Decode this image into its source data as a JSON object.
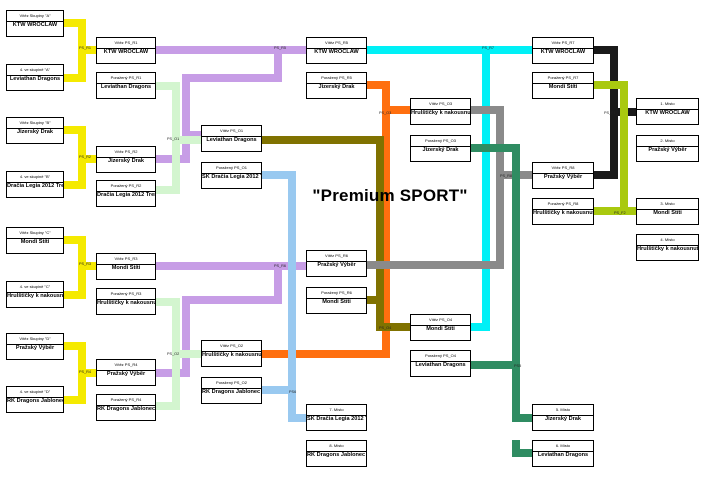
{
  "title": "\"Premium SPORT\"",
  "colors": {
    "yellow": "#f5ea00",
    "lavender": "#c79de6",
    "mint": "#d3f5cf",
    "cyan": "#00f0f6",
    "orange": "#ff6f0f",
    "olive": "#807200",
    "gray": "#8a8a8a",
    "lightblue": "#99c9f0",
    "teal": "#2f8c62",
    "lime": "#a9c90f",
    "black": "#1a1a1a"
  },
  "boxes": [
    {
      "label": "Vítěz Skupiny \"A\"",
      "name": "KTW WROCLAW"
    },
    {
      "label": "4. ve skupině \"A\"",
      "name": "Leviathan Dragons"
    },
    {
      "label": "Vítěz Skupiny \"B\"",
      "name": "Jizerský Drak"
    },
    {
      "label": "4. ve skupině \"B\"",
      "name": "Dračia Legia 2012 Trenč"
    },
    {
      "label": "Vítěz Skupiny \"C\"",
      "name": "Mondi Štíti"
    },
    {
      "label": "4. ve skupině \"C\"",
      "name": "Hrulštičky k nakousnutí"
    },
    {
      "label": "Vítěz Skupiny \"D\"",
      "name": "Pražský Výběr"
    },
    {
      "label": "4. ve skupině \"D\"",
      "name": "RK Dragons Jablonec 1"
    },
    {
      "label": "Vítěz PS_R1",
      "name": "KTW WROCLAW"
    },
    {
      "label": "Poražený PS_R1",
      "name": "Leviathan Dragons"
    },
    {
      "label": "Vítěz PS_R2",
      "name": "Jizerský Drak"
    },
    {
      "label": "Poražený PS_R2",
      "name": "Dračia Legia 2012 Trenč"
    },
    {
      "label": "Vítěz PS_R3",
      "name": "Mondi Štíti"
    },
    {
      "label": "Poražený PS_R3",
      "name": "Hrulštičky k nakousnutí"
    },
    {
      "label": "Vítěz PS_R4",
      "name": "Pražský Výběr"
    },
    {
      "label": "Poražený PS_R4",
      "name": "RK Dragons Jablonec 1"
    },
    {
      "label": "Vítěz PS_O1",
      "name": "Leviathan Dragons"
    },
    {
      "label": "Poražený PS_O1",
      "name": "ŠK Dračia Legia 2012 Tren"
    },
    {
      "label": "Vítěz PS_O2",
      "name": "Hrulštičky k nakousnutí"
    },
    {
      "label": "Poražený PS_O2",
      "name": "RK Dragons Jablonec 1"
    },
    {
      "label": "Vítěz PS_R5",
      "name": "KTW WROCLAW"
    },
    {
      "label": "Poražený PS_R5",
      "name": "Jizerský Drak"
    },
    {
      "label": "Vítěz PS_R6",
      "name": "Pražský Výběr"
    },
    {
      "label": "Poražený PS_R6",
      "name": "Mondi Štíti"
    },
    {
      "label": "7. Místo",
      "name": "ŠK Dračia Legia 2012 Tren"
    },
    {
      "label": "8. Místo",
      "name": "RK Dragons Jablonec 1"
    },
    {
      "label": "Vítěz PS_O3",
      "name": "Hrulštičky k nakousnutí"
    },
    {
      "label": "Poražený PS_O3",
      "name": "Jizerský Drak"
    },
    {
      "label": "Vítěz PS_O4",
      "name": "Mondi Štíti"
    },
    {
      "label": "Poražený PS_O4",
      "name": "Leviathan Dragons"
    },
    {
      "label": "Vítěz PS_R7",
      "name": "KTW WROCLAW"
    },
    {
      "label": "Poražený PS_R7",
      "name": "Mondi Štíti"
    },
    {
      "label": "Vítěz PS_R8",
      "name": "Pražský Výběr"
    },
    {
      "label": "Poražený PS_R8",
      "name": "Hrulštičky k nakousnutí"
    },
    {
      "label": "5. Místo",
      "name": "Jizerský Drak"
    },
    {
      "label": "6. Místo",
      "name": "Leviathan Dragons"
    },
    {
      "label": "1. Místo",
      "name": "KTW WROCLAW"
    },
    {
      "label": "2. Místo",
      "name": "Pražský Výběr"
    },
    {
      "label": "3. Místo",
      "name": "Mondi Štíti"
    },
    {
      "label": "4. Místo",
      "name": "Hrulštičky k nakousnutí"
    }
  ],
  "tags": [
    "PS_R1",
    "PS_R2",
    "PS_R3",
    "PS_R4",
    "PS_O1",
    "PS_O2",
    "PS_R5",
    "PS_R6",
    "PS_O3",
    "PS_O4",
    "PS_R7",
    "PS_R8",
    "PS_F1",
    "PS_F2",
    "PS5",
    "PS6"
  ]
}
